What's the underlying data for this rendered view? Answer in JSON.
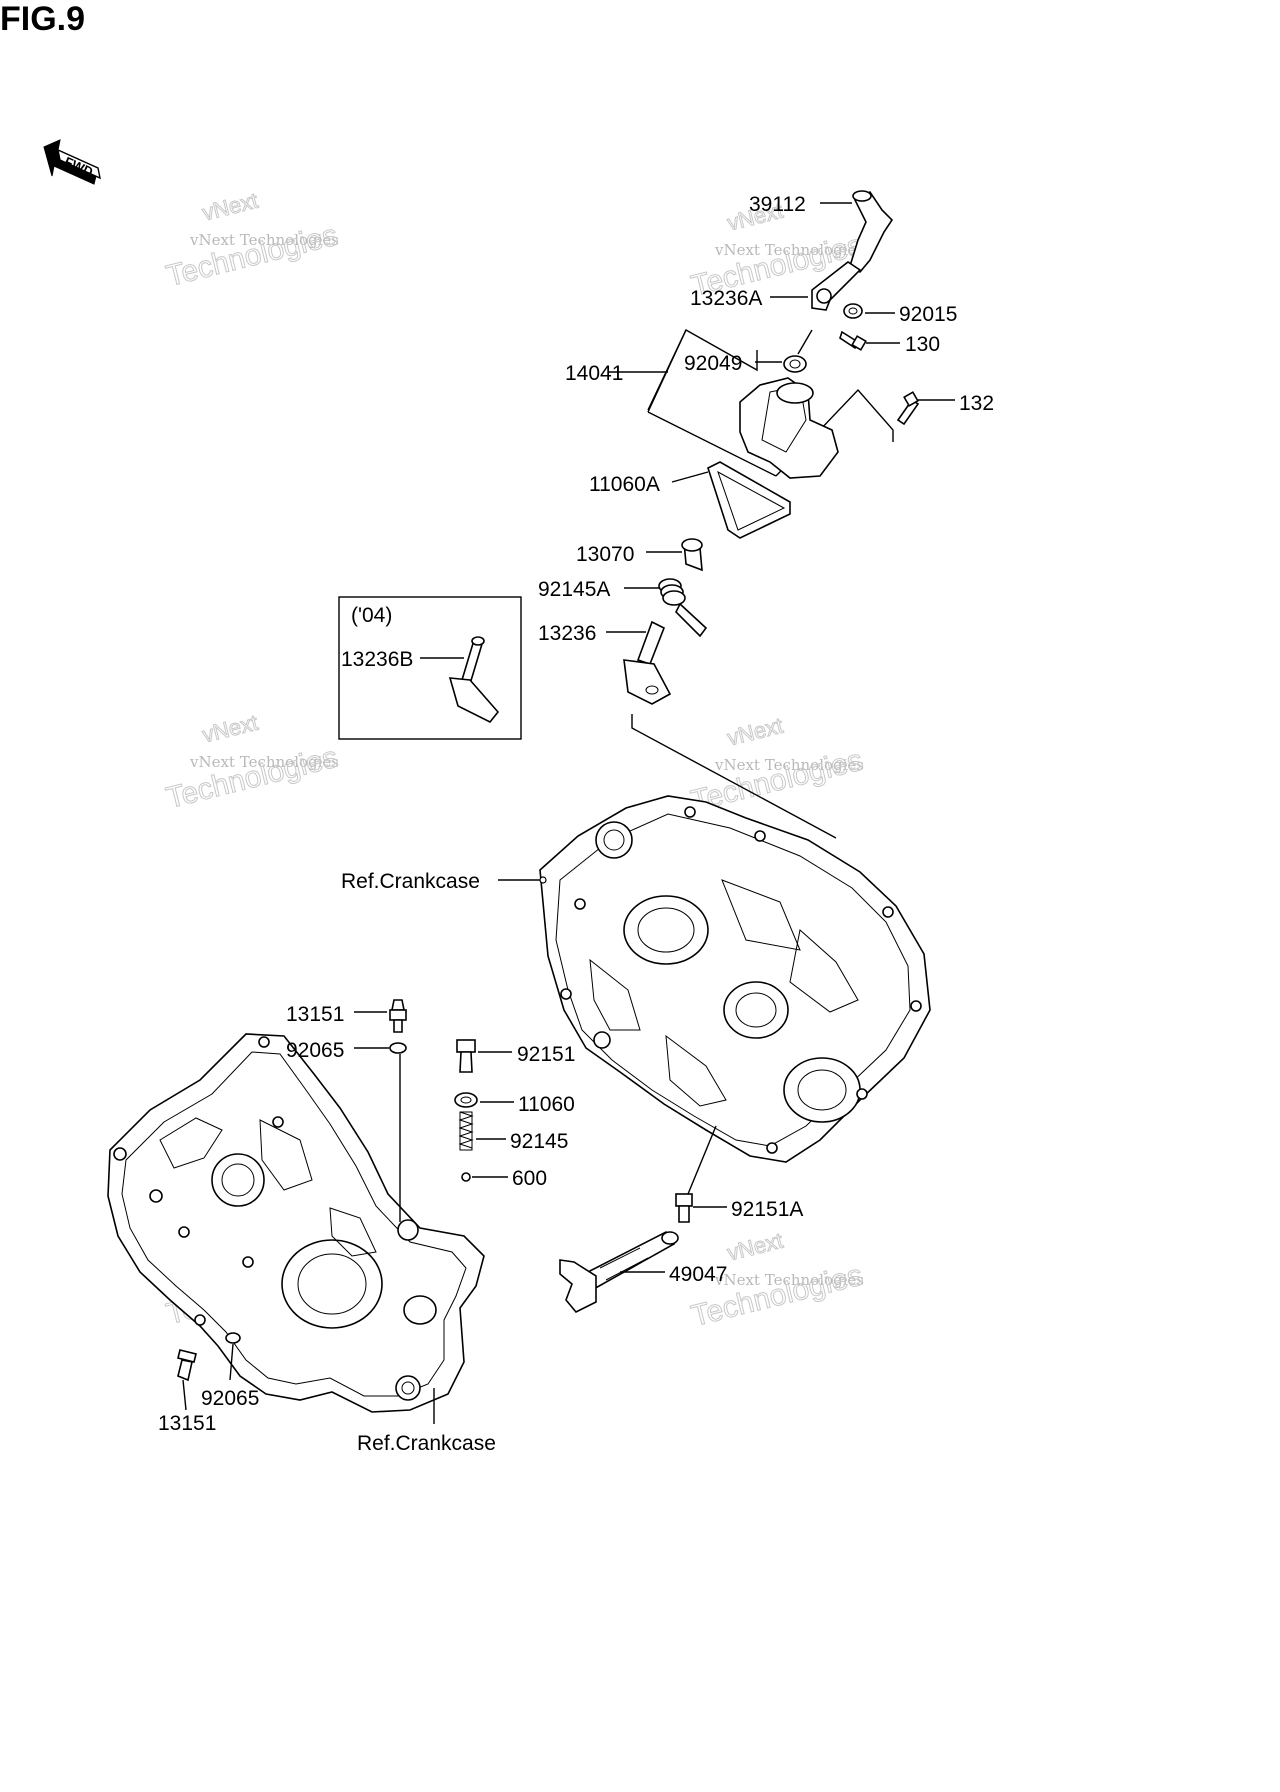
{
  "title": "FIG.9",
  "fwd_label": "FWD",
  "variant_box": {
    "year": "('04)",
    "part": "13236B"
  },
  "watermark": {
    "line1": "vNext",
    "line2": "vNext Technologies",
    "line3": "Technologies"
  },
  "callouts": [
    {
      "id": "39112",
      "label": "39112"
    },
    {
      "id": "13236A",
      "label": "13236A"
    },
    {
      "id": "92015",
      "label": "92015"
    },
    {
      "id": "130",
      "label": "130"
    },
    {
      "id": "14041",
      "label": "14041"
    },
    {
      "id": "92049",
      "label": "92049"
    },
    {
      "id": "132",
      "label": "132"
    },
    {
      "id": "11060A",
      "label": "11060A"
    },
    {
      "id": "13070",
      "label": "13070"
    },
    {
      "id": "92145A",
      "label": "92145A"
    },
    {
      "id": "13236",
      "label": "13236"
    },
    {
      "id": "ref-crankcase-upper",
      "label": "Ref.Crankcase"
    },
    {
      "id": "13151-top",
      "label": "13151"
    },
    {
      "id": "92065-top",
      "label": "92065"
    },
    {
      "id": "92151",
      "label": "92151"
    },
    {
      "id": "11060",
      "label": "11060"
    },
    {
      "id": "92145",
      "label": "92145"
    },
    {
      "id": "600",
      "label": "600"
    },
    {
      "id": "92151A",
      "label": "92151A"
    },
    {
      "id": "49047",
      "label": "49047"
    },
    {
      "id": "92065-bottom",
      "label": "92065"
    },
    {
      "id": "13151-bottom",
      "label": "13151"
    },
    {
      "id": "ref-crankcase-lower",
      "label": "Ref.Crankcase"
    }
  ]
}
